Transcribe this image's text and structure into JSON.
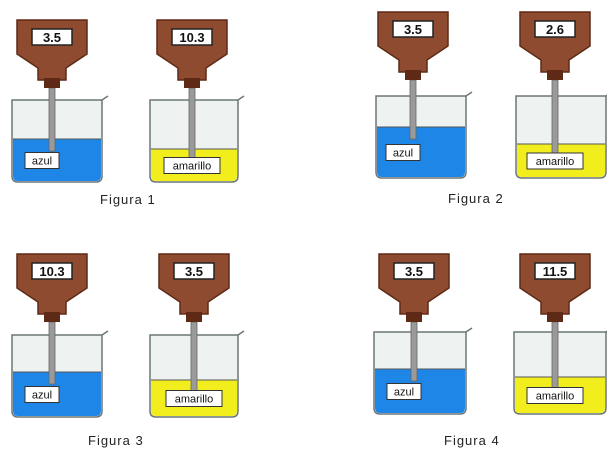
{
  "colors": {
    "meter_body": "#8e4b30",
    "meter_dark": "#5e2a16",
    "probe": "#9a9a9a",
    "blue_solution": "#1e86e6",
    "yellow_solution": "#f2ee1e",
    "glass": "#eef3f2",
    "glass_outline": "#6c7676"
  },
  "figures": [
    {
      "caption": "Figura 1",
      "beakers": [
        {
          "reading": "3.5",
          "label": "azul",
          "solution": "blue",
          "fill": 0.52
        },
        {
          "reading": "10.3",
          "label": "amarillo",
          "solution": "yellow",
          "fill": 0.4
        }
      ]
    },
    {
      "caption": "Figura 2",
      "beakers": [
        {
          "reading": "3.5",
          "label": "azul",
          "solution": "blue",
          "fill": 0.62
        },
        {
          "reading": "2.6",
          "label": "amarillo",
          "solution": "yellow",
          "fill": 0.42
        }
      ]
    },
    {
      "caption": "Figura 3",
      "beakers": [
        {
          "reading": "10.3",
          "label": "azul",
          "solution": "blue",
          "fill": 0.55
        },
        {
          "reading": "3.5",
          "label": "amarillo",
          "solution": "yellow",
          "fill": 0.45
        }
      ]
    },
    {
      "caption": "Figura 4",
      "beakers": [
        {
          "reading": "3.5",
          "label": "azul",
          "solution": "blue",
          "fill": 0.55
        },
        {
          "reading": "11.5",
          "label": "amarillo",
          "solution": "yellow",
          "fill": 0.45
        }
      ]
    }
  ]
}
